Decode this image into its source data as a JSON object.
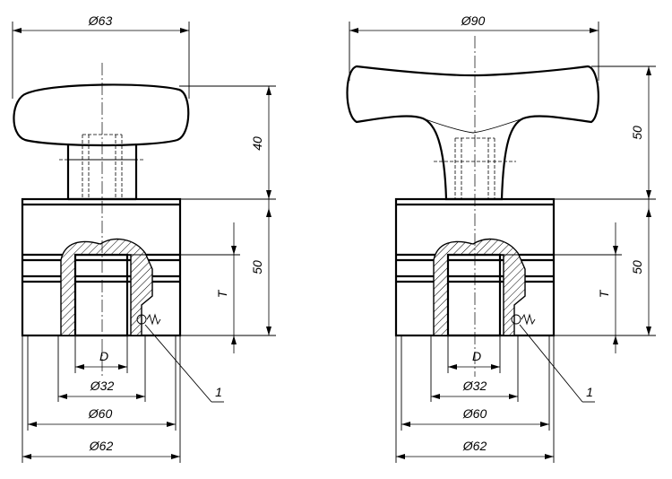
{
  "views": [
    {
      "id": "left",
      "knob_diameter": "Ø63",
      "knob_height": "40",
      "body_height": "50",
      "thread_depth": "T",
      "bore": "D",
      "d1": "Ø32",
      "d2": "Ø60",
      "d3": "Ø62",
      "item": "1"
    },
    {
      "id": "right",
      "knob_diameter": "Ø90",
      "knob_height": "50",
      "body_height": "50",
      "thread_depth": "T",
      "bore": "D",
      "d1": "Ø32",
      "d2": "Ø60",
      "d3": "Ø62",
      "item": "1"
    }
  ]
}
